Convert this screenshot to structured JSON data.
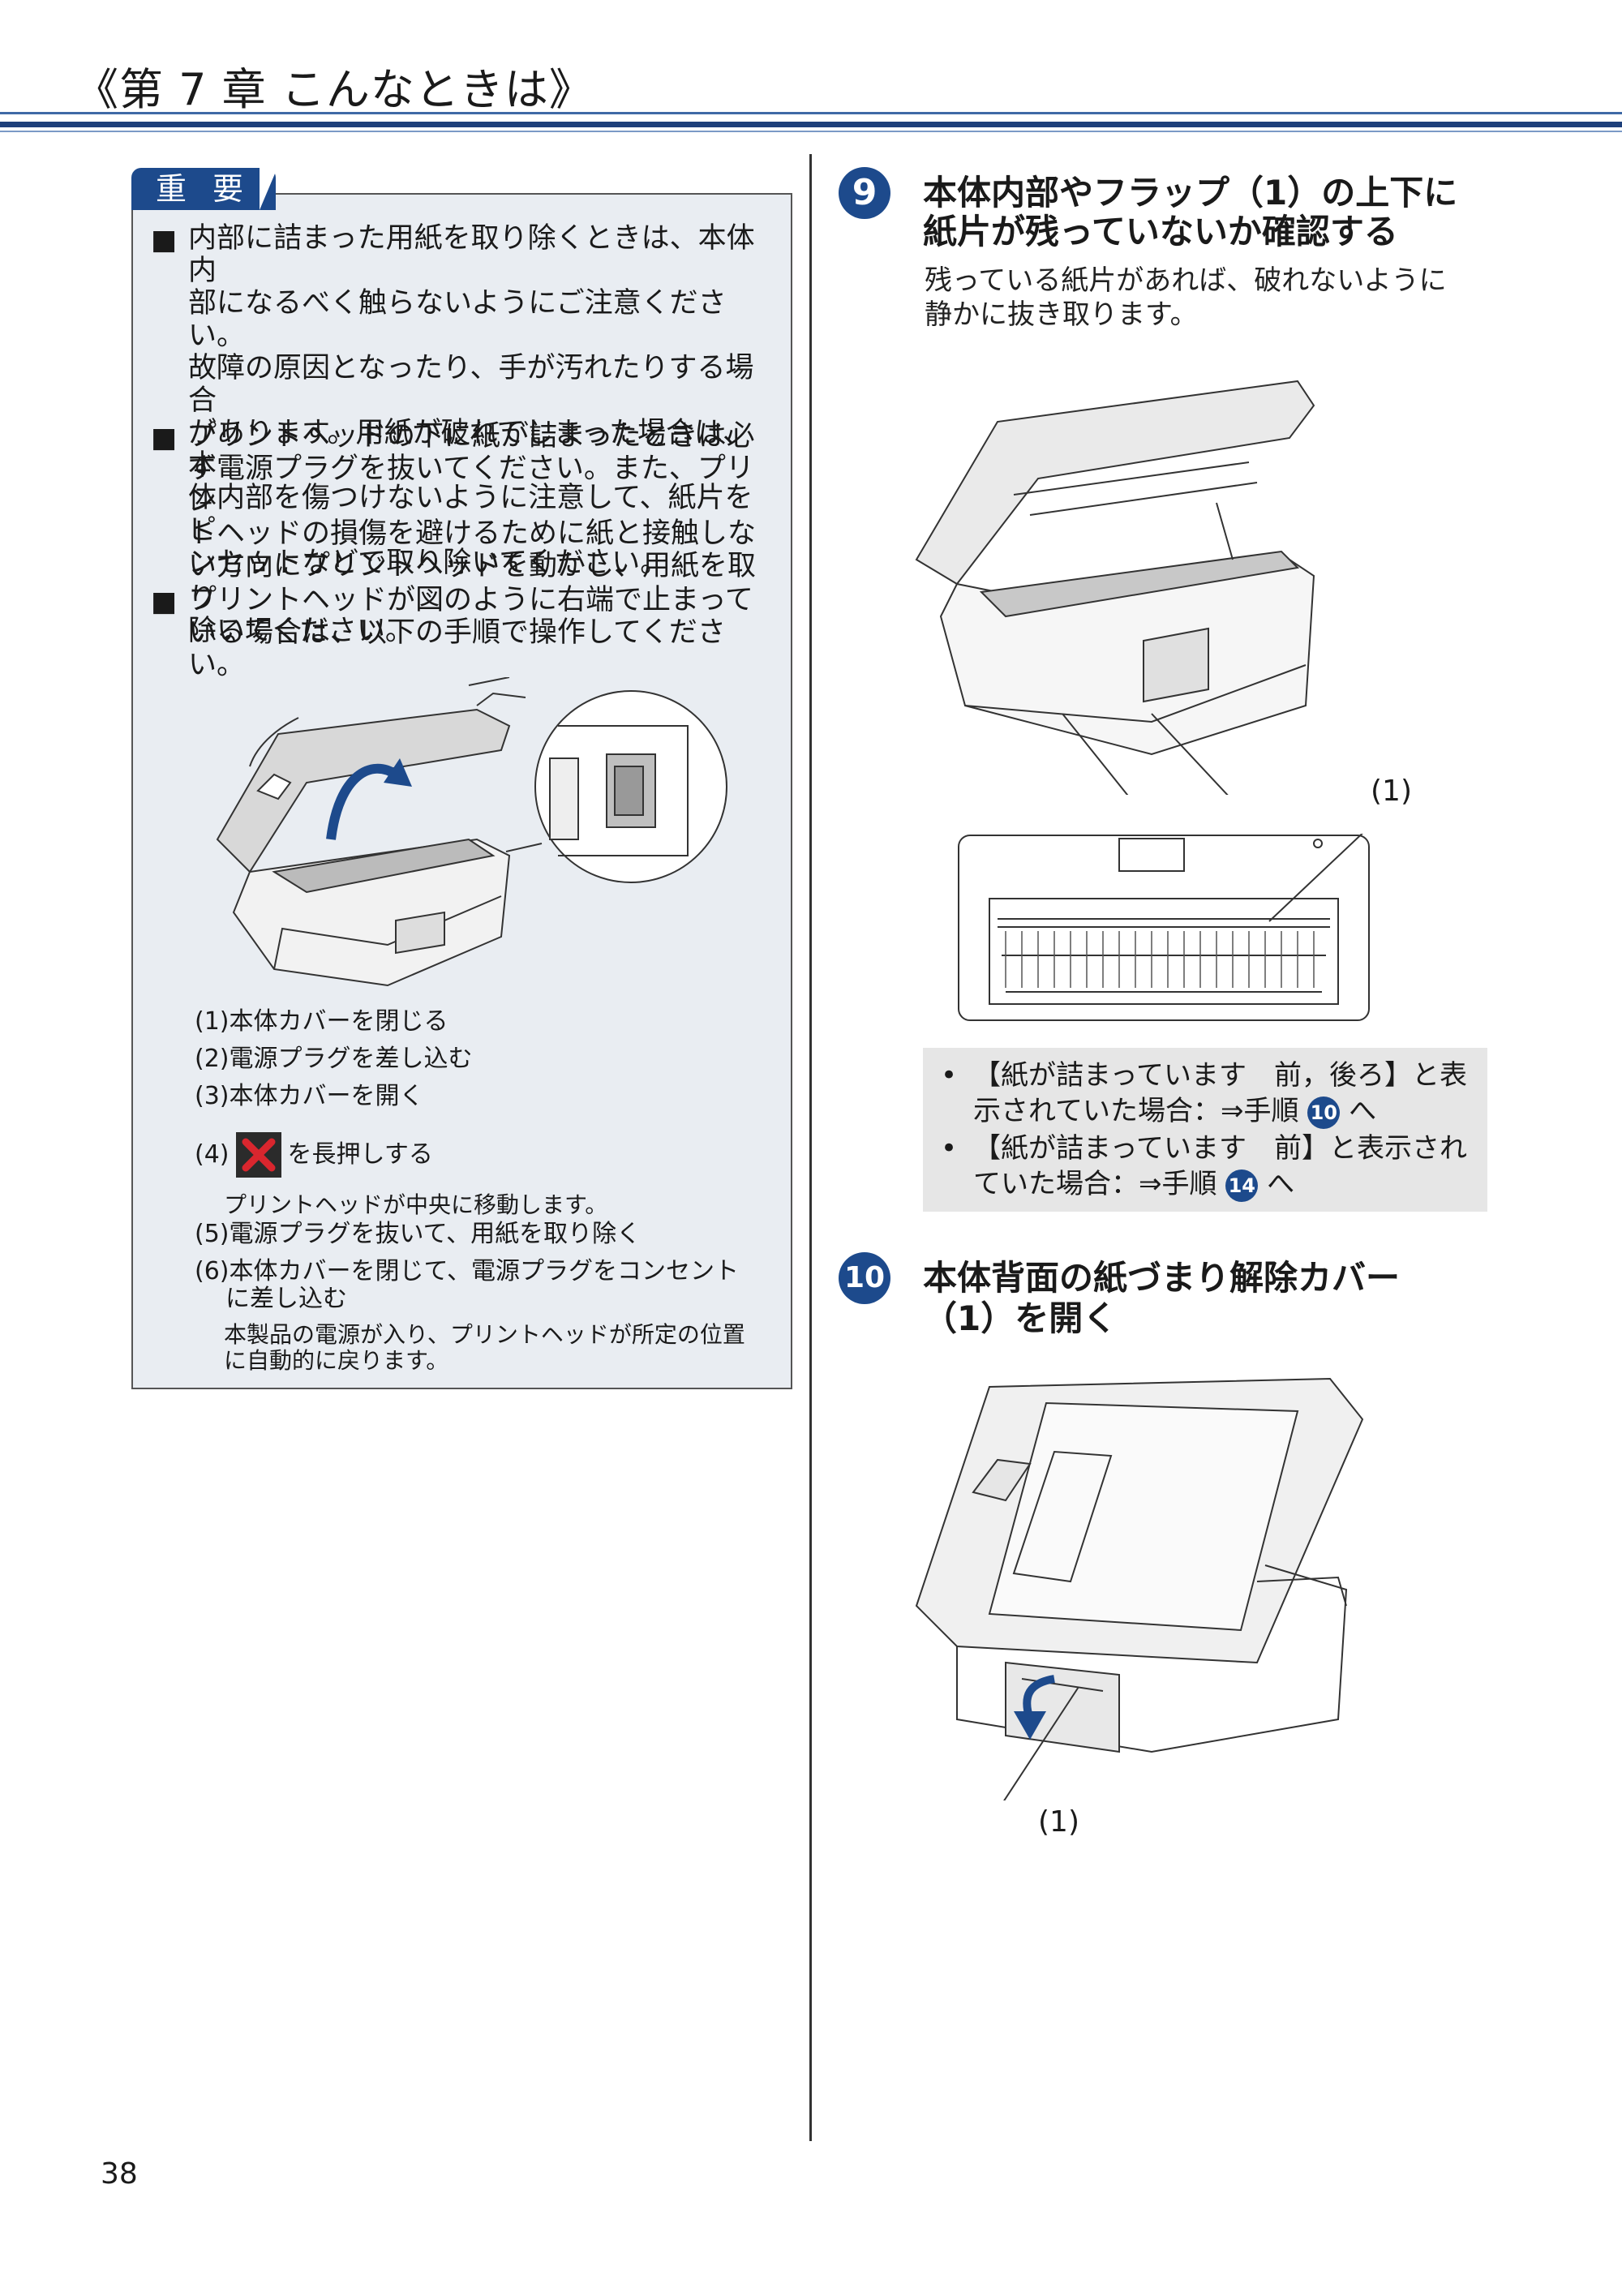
{
  "header": {
    "title": "《第 7 章 こんなときは》"
  },
  "important": {
    "tag": "重 要",
    "bullets": [
      {
        "marker": "■",
        "lines": [
          "内部に詰まった用紙を取り除くときは、本体内",
          "部になるべく触らないようにご注意ください。",
          "故障の原因となったり、手が汚れたりする場合",
          "があります。用紙が破れてしまった場合は、本",
          "体内部を傷つけないように注意して、紙片をピ",
          "ンセットなどで取り除いてください。"
        ]
      },
      {
        "marker": "■",
        "lines": [
          "プリントヘッドの下に紙が詰まったときは必",
          "ず電源プラグを抜いてください。また、プリン",
          "トヘッドの損傷を避けるために紙と接触しな",
          "い方向にプリントヘッドを動かし、用紙を取り",
          "除いてください。"
        ]
      },
      {
        "marker": "■",
        "lines": [
          "プリントヘッドが図のように右端で止まって",
          "いる場合は、以下の手順で操作してください。"
        ]
      }
    ],
    "steps": {
      "s1": "(1)本体カバーを閉じる",
      "s2": "(2)電源プラグを差し込む",
      "s3": "(3)本体カバーを開く",
      "s4_prefix": "(4)",
      "s4_suffix": "を長押しする",
      "s4_note": "プリントヘッドが中央に移動します。",
      "s5": "(5)電源プラグを抜いて、用紙を取り除く",
      "s6_line1": "(6)本体カバーを閉じて、電源プラグをコンセント",
      "s6_line2": "に差し込む",
      "s6_note1": "本製品の電源が入り、プリントヘッドが所定の位置",
      "s6_note2": "に自動的に戻ります。"
    }
  },
  "step9": {
    "number": "9",
    "title_line1": "本体内部やフラップ（1）の上下に",
    "title_line2": "紙片が残っていないか確認する",
    "desc_line1": "残っている紙片があれば、破れないように",
    "desc_line2": "静かに抜き取ります。",
    "callout": "(1)",
    "notes": [
      {
        "bullet": "•",
        "line1": "【紙が詰まっています　前，後ろ】と表",
        "line2_prefix": "示されていた場合：⇒手順",
        "ref": "10",
        "line2_suffix": "へ"
      },
      {
        "bullet": "•",
        "line1": "【紙が詰まっています　前】と表示され",
        "line2_prefix": "ていた場合：⇒手順",
        "ref": "14",
        "line2_suffix": "へ"
      }
    ]
  },
  "step10": {
    "number": "10",
    "title_line1": "本体背面の紙づまり解除カバー",
    "title_line2": "（1）を開く",
    "callout": "(1)"
  },
  "page_number": "38",
  "colors": {
    "accent": "#1d4a8c",
    "box_bg": "#e9edf2",
    "note_bg": "#e6e6e6",
    "stop_icon": "#d9262e"
  }
}
